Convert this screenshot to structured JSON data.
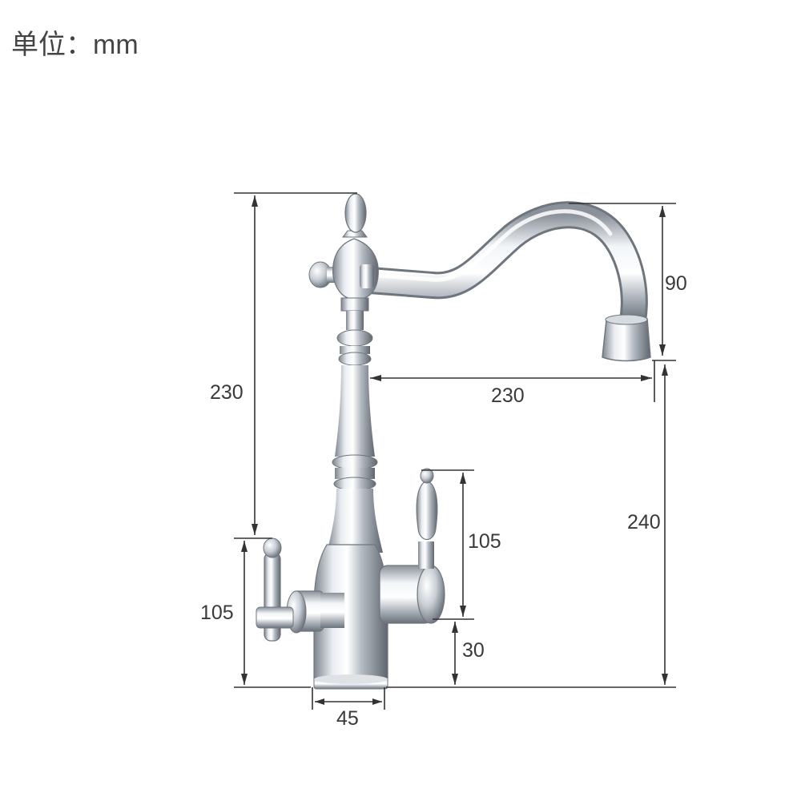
{
  "unit_label": "单位：mm",
  "dimensions": {
    "body_height": "230",
    "spout_drop": "90",
    "spout_reach": "230",
    "spout_clearance": "240",
    "right_handle_height": "105",
    "left_handle_height": "105",
    "outlet_height": "30",
    "base_diameter": "45"
  },
  "colors": {
    "chrome_light": "#f4f6f8",
    "chrome_mid": "#b9bfc6",
    "chrome_dark": "#6e757d",
    "line": "#333333"
  }
}
